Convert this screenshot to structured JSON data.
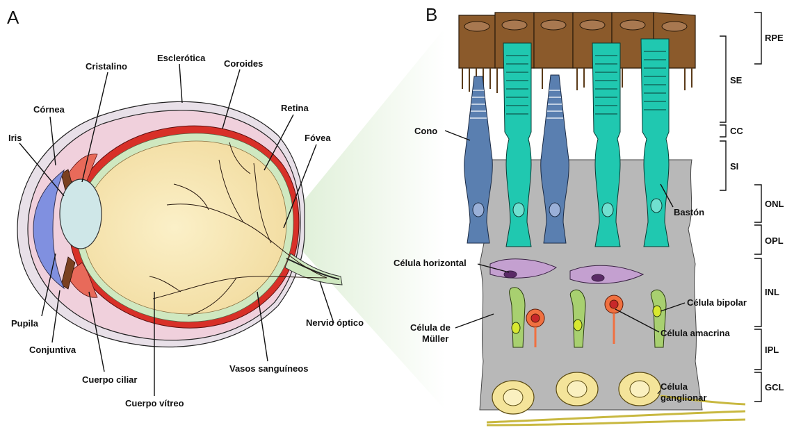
{
  "panels": {
    "a": "A",
    "b": "B"
  },
  "eye_labels": {
    "cristalino": "Cristalino",
    "esclerotica": "Esclerótica",
    "coroides": "Coroides",
    "cornea": "Córnea",
    "retina": "Retina",
    "iris": "Iris",
    "fovea": "Fóvea",
    "pupila": "Pupila",
    "conjuntiva": "Conjuntiva",
    "nervio_optico": "Nervio óptico",
    "cuerpo_ciliar": "Cuerpo ciliar",
    "vasos_sanguineos": "Vasos sanguíneos",
    "cuerpo_vitreo": "Cuerpo vítreo"
  },
  "retina_labels": {
    "cono": "Cono",
    "baston": "Bastón",
    "celula_horizontal": "Célula horizontal",
    "celula_bipolar": "Célula bipolar",
    "celula_de": "Célula de",
    "muller": "Müller",
    "celula_amacrina": "Célula amacrina",
    "celula": "Célula",
    "ganglionar": "ganglionar"
  },
  "layers": [
    "RPE",
    "SE",
    "CC",
    "SI",
    "ONL",
    "OPL",
    "INL",
    "IPL",
    "GCL"
  ],
  "colors": {
    "sclera": "#f0d0dc",
    "choroid": "#d83028",
    "retina": "#cfe8c0",
    "vitreous": "#f8e8b4",
    "lens": "#cfe7e8",
    "cornea": "#8090e0",
    "ciliary": "#e86a5a",
    "rpe": "#8b5a2b",
    "cone": "#5a7fb0",
    "rod": "#20c8b0",
    "muller": "#b8b8b8",
    "horizontal": "#c4a0d0",
    "bipolar": "#a8d070",
    "amacrine": "#f07040",
    "ganglion": "#f4e49a"
  }
}
